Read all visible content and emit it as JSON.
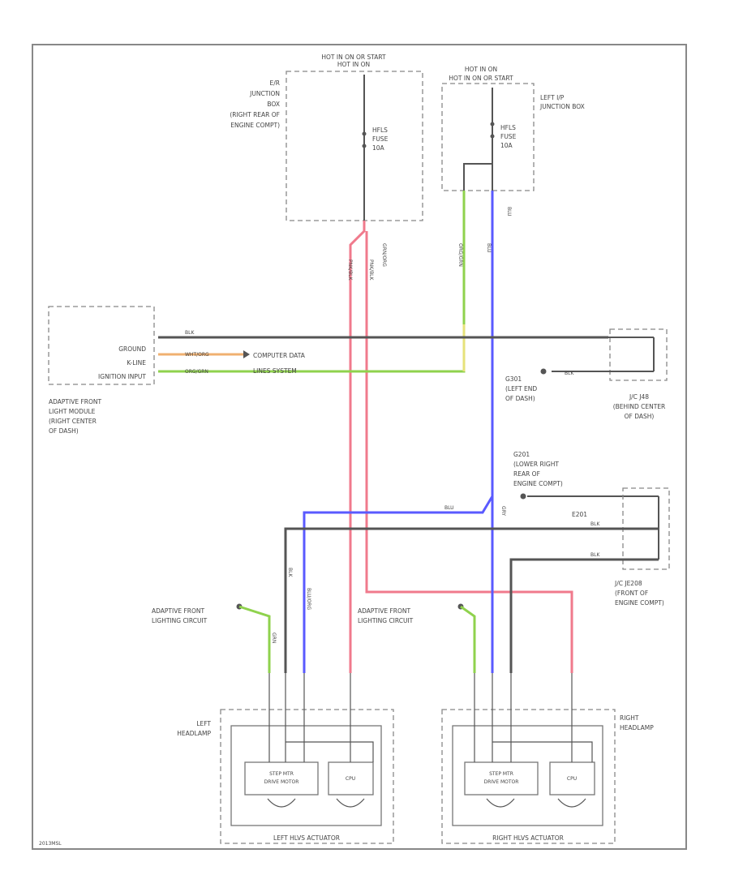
{
  "hot_in_on_1": "HOT IN ON OR START",
  "hot_in_on_2": "HOT IN ON OR START",
  "ipdm_label": [
    "E/R",
    "JUNCTION",
    "BOX",
    "(RIGHT REAR OF",
    "ENGINE COMPT)"
  ],
  "lh_jb_label": [
    "LEFT I/P",
    "JUNCTION BOX"
  ],
  "fuse1": [
    "HFLS",
    "FUSE",
    "10A"
  ],
  "fuse2": [
    "HFLS",
    "FUSE",
    "10A"
  ],
  "module_pins": [
    "GROUND",
    "K-LINE",
    "IGNITION INPUT"
  ],
  "module_label": [
    "ADAPTIVE FRONT",
    "LIGHT MODULE",
    "(RIGHT CENTER",
    "OF DASH)"
  ],
  "module_wire_labels": [
    "BLK",
    "WHT/ORG",
    "ORG/GRN"
  ],
  "computer_data": [
    "COMPUTER DATA",
    "LINES SYSTEM"
  ],
  "g301": [
    "G301",
    "(LEFT END",
    "OF DASH)"
  ],
  "jc_label": [
    "J/C J48",
    "(BEHIND CENTER",
    "OF DASH)"
  ],
  "g201": [
    "G201",
    "(LOWER RIGHT",
    "REAR OF",
    "ENGINE COMPT)"
  ],
  "e201": "E201",
  "jc_e208": [
    "J/C JE208",
    "(FRONT OF",
    "ENGINE COMPT)"
  ],
  "afl_circuit_1": [
    "ADAPTIVE FRONT",
    "LIGHTING CIRCUIT"
  ],
  "afl_circuit_2": [
    "ADAPTIVE FRONT",
    "LIGHTING CIRCUIT"
  ],
  "left_headlamp": [
    "LEFT",
    "HEADLAMP"
  ],
  "right_headlamp": [
    "RIGHT",
    "HEADLAMP"
  ],
  "step_motor": [
    "STEP MTR",
    "DRIVE MOTOR"
  ],
  "cpu": "CPU",
  "left_actuator": "LEFT HLVS ACTUATOR",
  "right_actuator": "RIGHT HLVS ACTUATOR",
  "wire_labels": {
    "grn_org": "GRN/ORG",
    "pnk": "PNK/BLK",
    "pnk2": "PNK/BLK",
    "blu": "BLU",
    "blu2": "BLU",
    "grn": "GRN",
    "blk": "BLK",
    "blu_org": "BLU/ORG"
  },
  "figure_id": "2013MSL",
  "colors": {
    "black": "#555555",
    "green": "#8fd24d",
    "red": "#f07a8c",
    "blue": "#5a5aff",
    "yellow": "#e6e27a",
    "orange": "#f0b070"
  }
}
